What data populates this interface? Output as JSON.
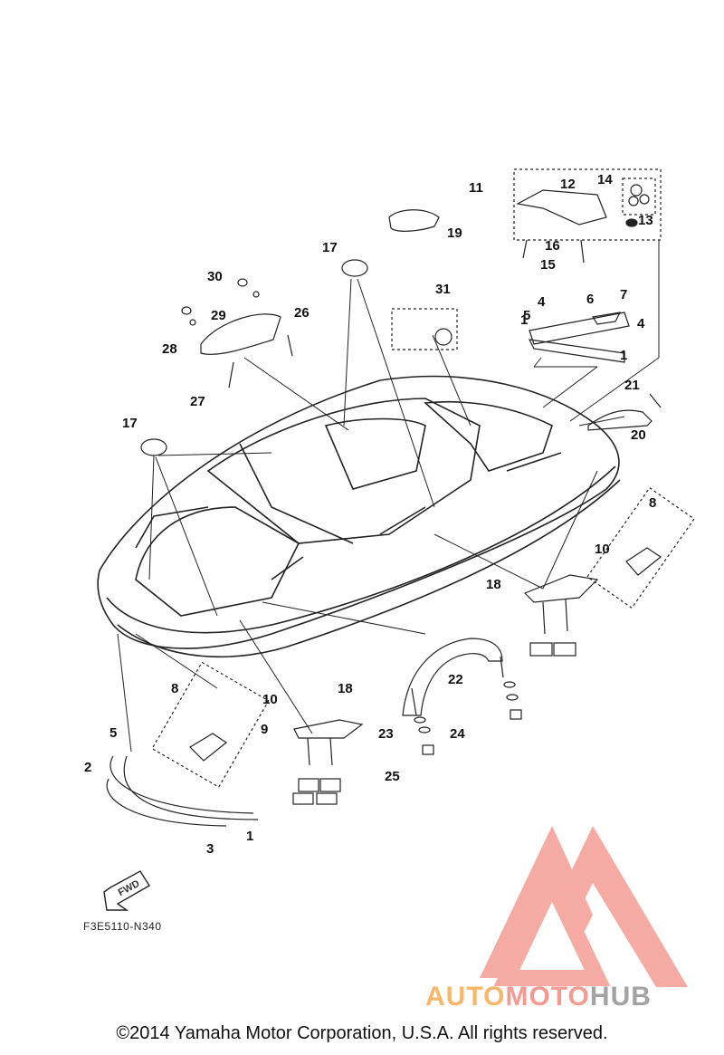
{
  "diagram": {
    "part_code": "F3E5110-N340",
    "fwd_label": "FWD",
    "copyright": "©2014 Yamaha Motor Corporation, U.S.A. All rights reserved.",
    "watermark": {
      "part1": "AUTO",
      "part2": "MOTO",
      "part3": "HUB",
      "colors": {
        "triangle": "#f28e86",
        "auto": "#f7b76a",
        "moto": "#f39a93",
        "hub": "#a3a3a3"
      }
    },
    "callouts": {
      "c1a": "1",
      "c1b": "1",
      "c1c": "1",
      "c2": "2",
      "c3": "3",
      "c4a": "4",
      "c4b": "4",
      "c5a": "5",
      "c5b": "5",
      "c6": "6",
      "c7": "7",
      "c8a": "8",
      "c8b": "8",
      "c9": "9",
      "c10a": "10",
      "c10b": "10",
      "c11": "11",
      "c12": "12",
      "c13": "13",
      "c14": "14",
      "c15": "15",
      "c16": "16",
      "c17a": "17",
      "c17b": "17",
      "c18a": "18",
      "c18b": "18",
      "c19": "19",
      "c20": "20",
      "c21": "21",
      "c22": "22",
      "c23": "23",
      "c24": "24",
      "c25": "25",
      "c26": "26",
      "c27": "27",
      "c28": "28",
      "c29": "29",
      "c30": "30",
      "c31": "31"
    }
  }
}
